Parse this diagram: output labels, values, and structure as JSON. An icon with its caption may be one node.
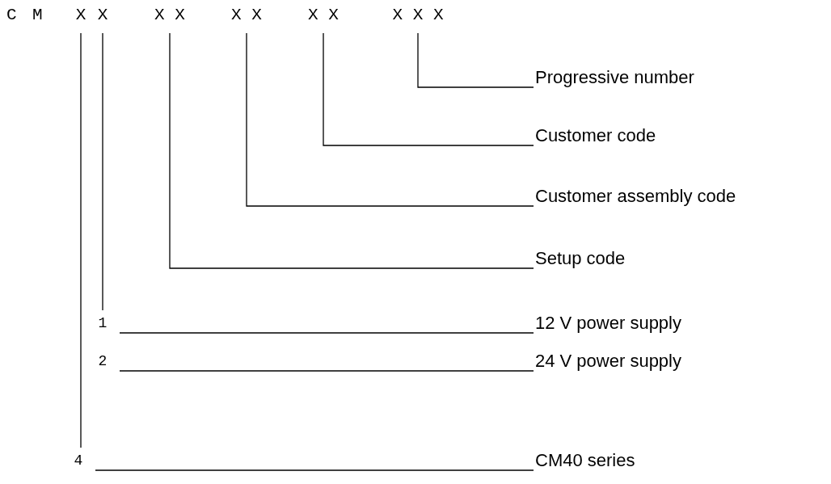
{
  "diagram": {
    "nodes": [
      {
        "text": [
          "X"
        ]
      },
      {
        "text": [
          "X"
        ]
      },
      {
        "text": [
          "X X"
        ]
      },
      {
        "text": [
          "X X"
        ]
      },
      {
        "text": [
          "X X"
        ]
      },
      {
        "text": [
          "X X X"
        ]
      },
      {
        "text": [
          "Progressive number"
        ]
      },
      {
        "text": [
          "Customer code"
        ]
      },
      {
        "text": [
          "Customer assembly code"
        ]
      },
      {
        "text": [
          "Setup code"
        ]
      },
      {
        "text": [
          "1"
        ]
      },
      {
        "text": [
          "12 V power supply"
        ]
      },
      {
        "text": [
          "2"
        ]
      },
      {
        "text": [
          "24 V power supply"
        ]
      },
      {
        "text": [
          "4"
        ]
      },
      {
        "text": [
          "CM40 series"
        ]
      }
    ],
    "edges": [
      {
        "from": 5,
        "to": 6,
        "arrow": "none"
      },
      {
        "from": 4,
        "to": 7,
        "arrow": "none"
      },
      {
        "from": 3,
        "to": 8,
        "arrow": "none"
      },
      {
        "from": 2,
        "to": 9,
        "arrow": "none"
      },
      {
        "from": 1,
        "to": 10,
        "arrow": "none"
      },
      {
        "from": 10,
        "to": 11,
        "arrow": "none"
      },
      {
        "from": 12,
        "to": 13,
        "arrow": "none"
      },
      {
        "from": 0,
        "to": 14,
        "arrow": "none"
      },
      {
        "from": 14,
        "to": 15,
        "arrow": "none"
      }
    ],
    "labels": [
      "C",
      "M"
    ]
  }
}
